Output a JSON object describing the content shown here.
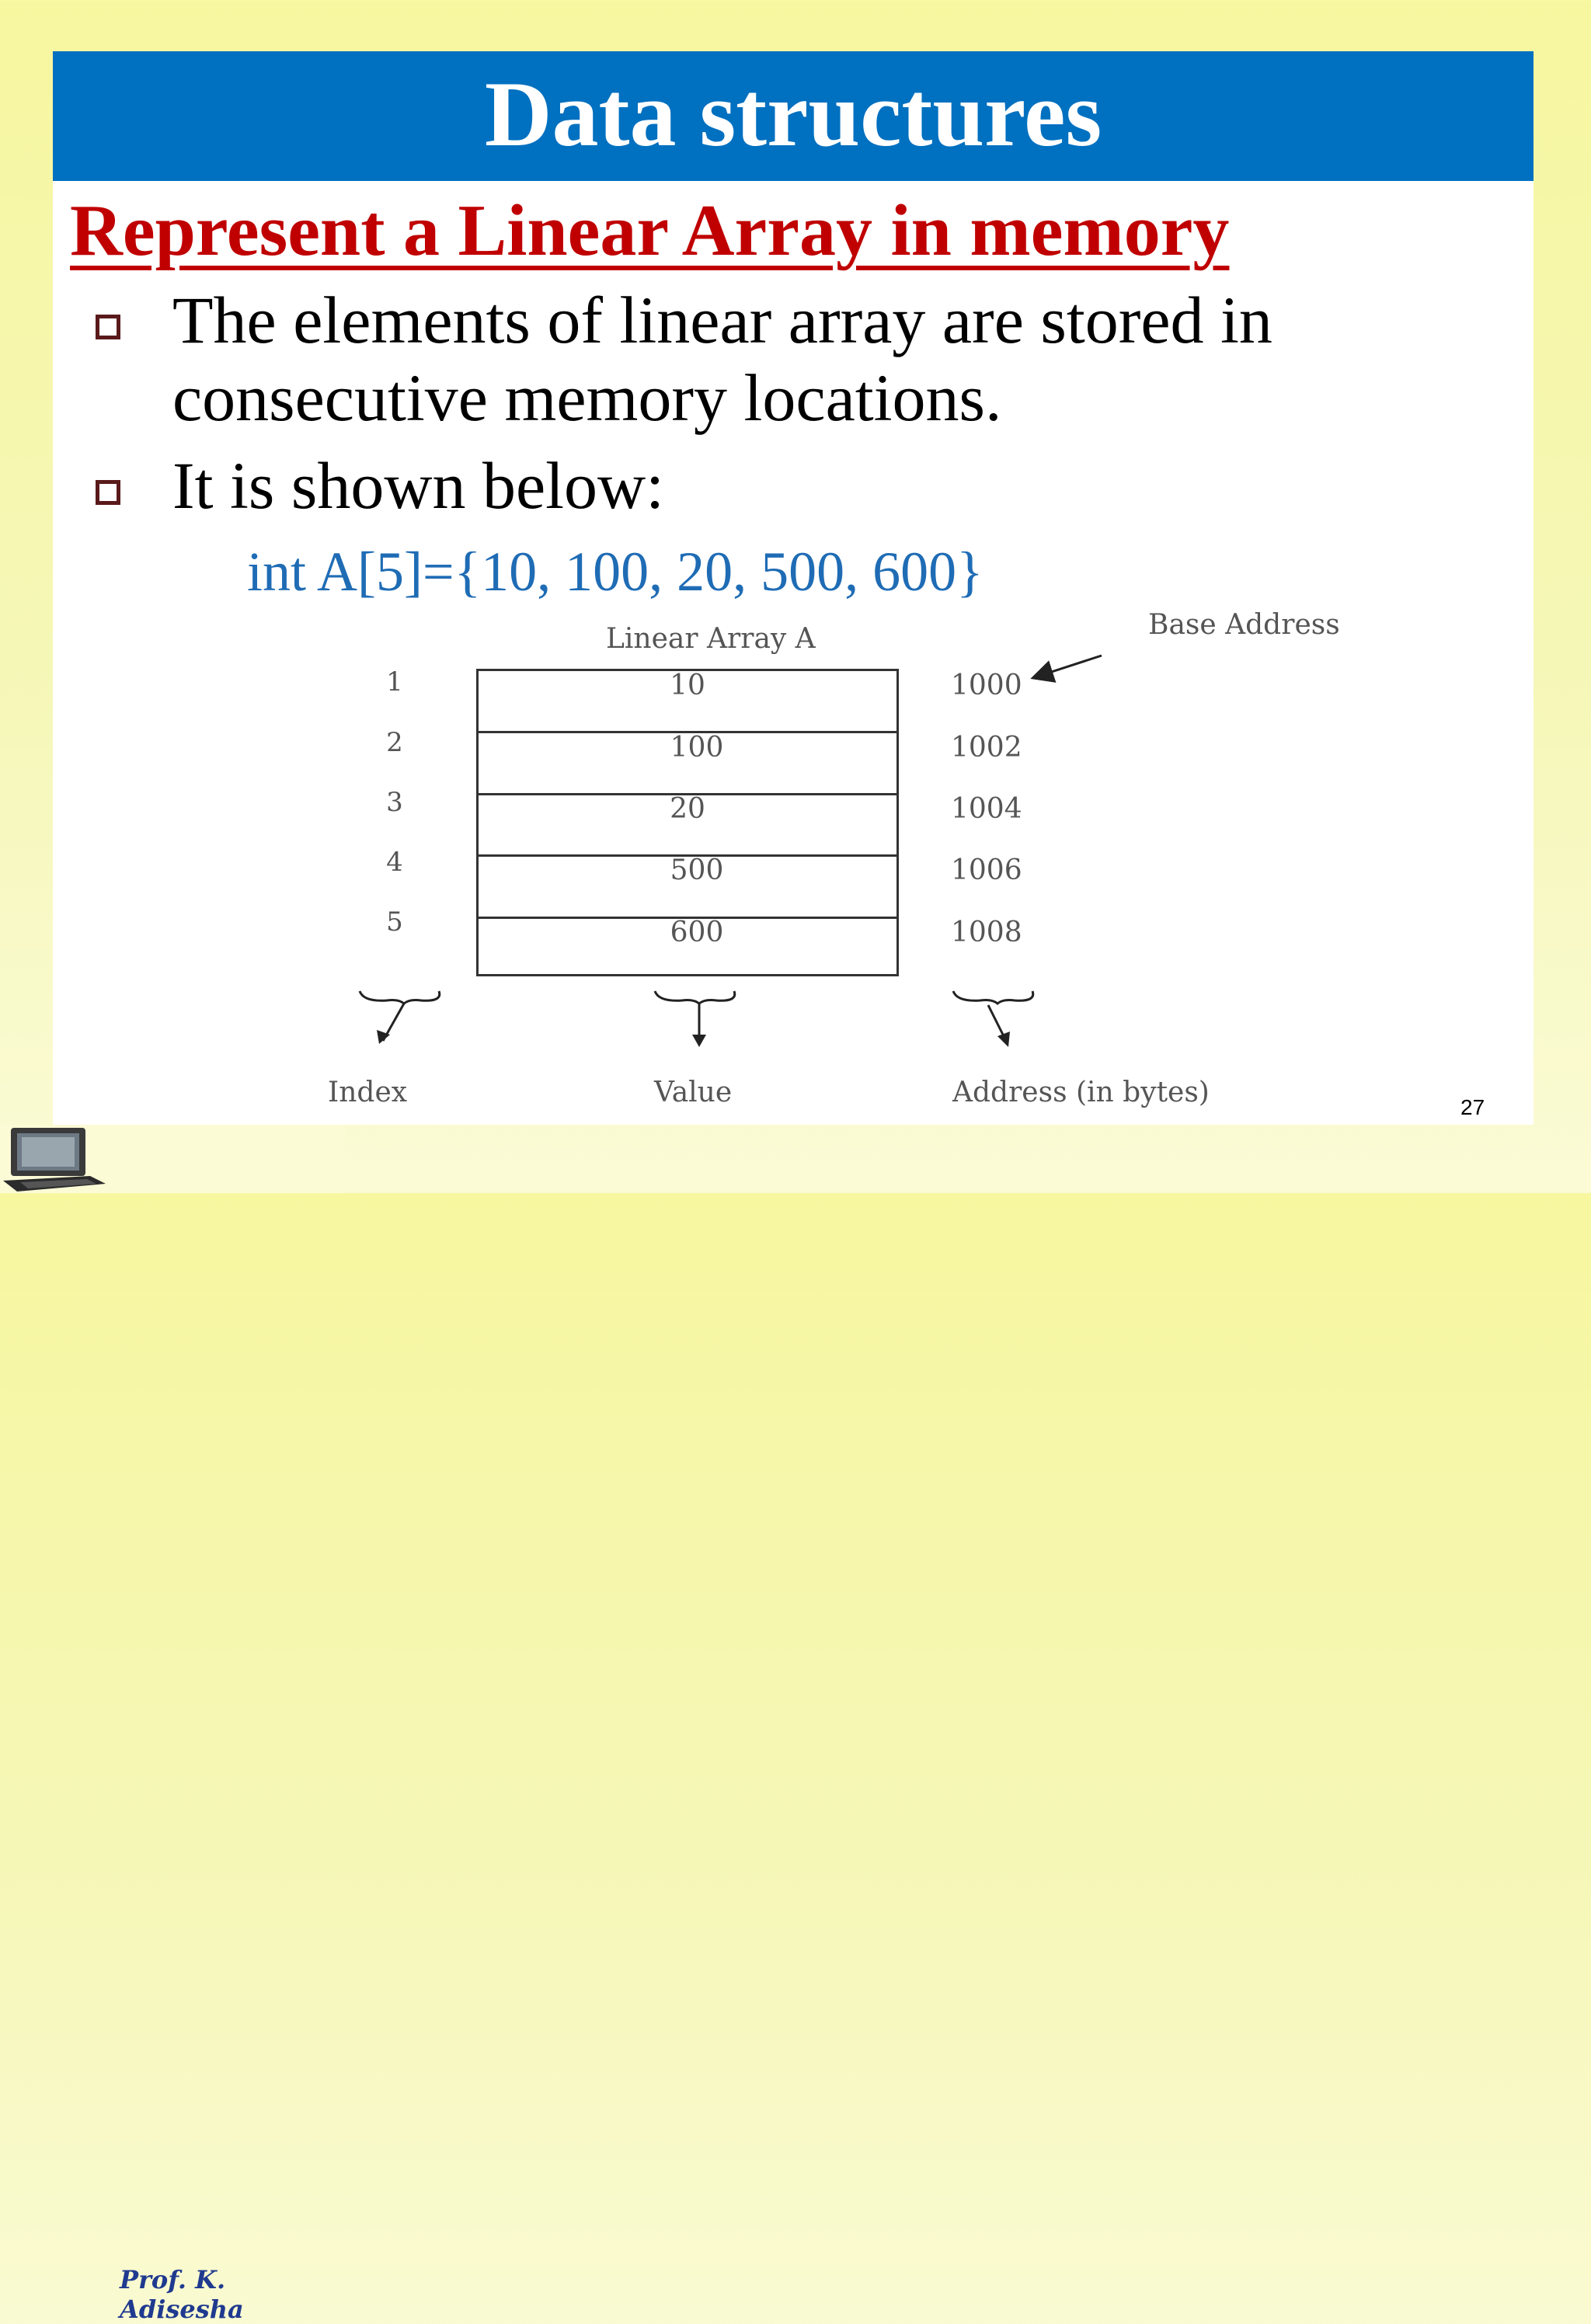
{
  "title": "Data structures",
  "subtitle": "Represent a Linear Array in memory",
  "bullets": [
    {
      "line1": "The elements of linear array are stored in",
      "line2": "consecutive memory locations."
    },
    {
      "line1": "It is shown below:"
    }
  ],
  "code": "int A[5]={10, 100, 20, 500, 600}",
  "diagram": {
    "caption": "Linear Array A",
    "base_address_label": "Base Address",
    "indexes": [
      "1",
      "2",
      "3",
      "4",
      "5"
    ],
    "values": [
      "10",
      "100",
      "20",
      "500",
      "600"
    ],
    "addresses": [
      "1000",
      "1002",
      "1004",
      "1006",
      "1008"
    ],
    "index_label": "Index",
    "value_label": "Value",
    "address_label": "Address (in bytes)"
  },
  "slide_number": "27",
  "footer": {
    "author": "Prof. K. Adisesha",
    "logo_icon": "laptop-icon"
  },
  "colors": {
    "title_bar": "#0070c0",
    "subtitle": "#c00000",
    "code": "#1f6cb5",
    "bullet": "#5a1a1a"
  }
}
